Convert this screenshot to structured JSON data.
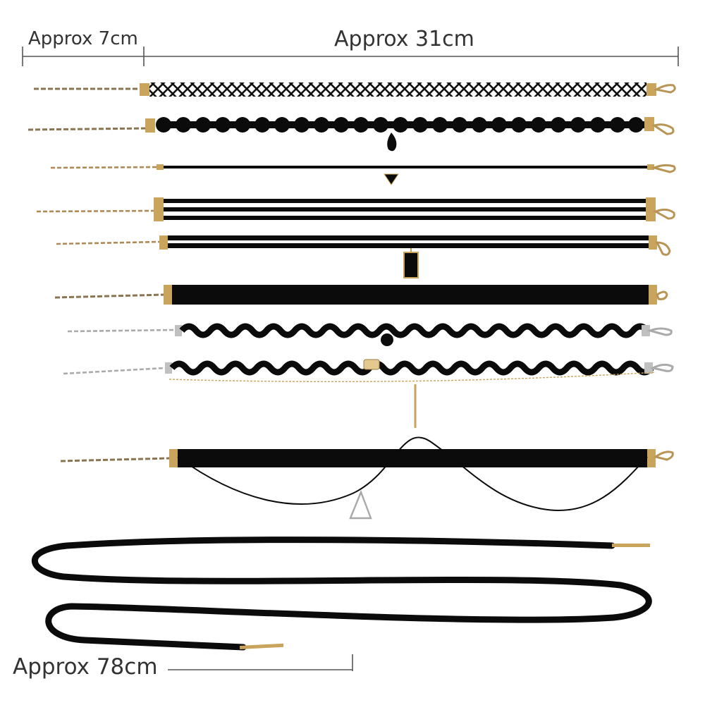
{
  "measurements": {
    "extender_length": "Approx 7cm",
    "choker_length": "Approx 31cm",
    "wrap_cord_length": "Approx 78cm"
  },
  "colors": {
    "background": "#ffffff",
    "cord": "#0b0b0b",
    "gold": "#c9a45c",
    "silver": "#b9b9b9",
    "dimension_line": "#555555"
  },
  "items": [
    {
      "name": "lace-lattice-choker",
      "chain": "gold"
    },
    {
      "name": "flower-lace-choker",
      "chain": "gold",
      "pendant": "black teardrop"
    },
    {
      "name": "thin-cord-choker",
      "chain": "gold",
      "pendant": "black triangle"
    },
    {
      "name": "triple-strand-choker",
      "chain": "gold"
    },
    {
      "name": "double-strand-choker",
      "chain": "gold",
      "pendant": "black square stone"
    },
    {
      "name": "wide-velvet-choker",
      "chain": "gold"
    },
    {
      "name": "wavy-ribbon-choker",
      "chain": "silver",
      "pendant": "black bead"
    },
    {
      "name": "wavy-ribbon-chain-choker",
      "chain": "silver",
      "pendant": "gold bar"
    },
    {
      "name": "velvet-wire-choker",
      "chain": "gold",
      "pendant": "triangle outline"
    },
    {
      "name": "long-wrap-cord",
      "tips": "gold"
    }
  ]
}
